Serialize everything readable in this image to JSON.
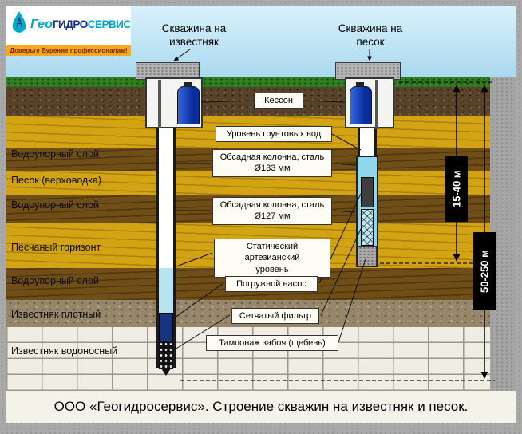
{
  "logo": {
    "name_part1": "Гео",
    "name_part2": "ГИДРО",
    "name_part3": "СЕРВИС",
    "tagline": "Доверьте Бурение профессионалам!"
  },
  "well_titles": {
    "limestone": "Скважина на известняк",
    "sand": "Скважина на песок"
  },
  "layers": {
    "labels": [
      "Водоупорный слой",
      "Песок (верховодка)",
      "Водоупорный слой",
      "Песчаный горизонт",
      "Водоупорный слой",
      "Известняк плотный",
      "Известняк водоносный"
    ]
  },
  "callouts": {
    "kesson": "Кессон",
    "groundwater": "Уровень грунтовых вод",
    "casing133_line1": "Обсадная колонна, сталь",
    "casing133_line2": "Ø133 мм",
    "casing127_line1": "Обсадная колонна, сталь",
    "casing127_line2": "Ø127 мм",
    "artesian_line1": "Статический артезианский",
    "artesian_line2": "уровень",
    "pump": "Погружной насос",
    "filter": "Сетчатый фильтр",
    "tamponage": "Тампонаж забоя (щебень)"
  },
  "depths": {
    "sand_well": "15-40 м",
    "limestone_well": "50-250 м"
  },
  "caption": "ООО «Геогидросервис». Строение скважин на известняк и песок."
}
